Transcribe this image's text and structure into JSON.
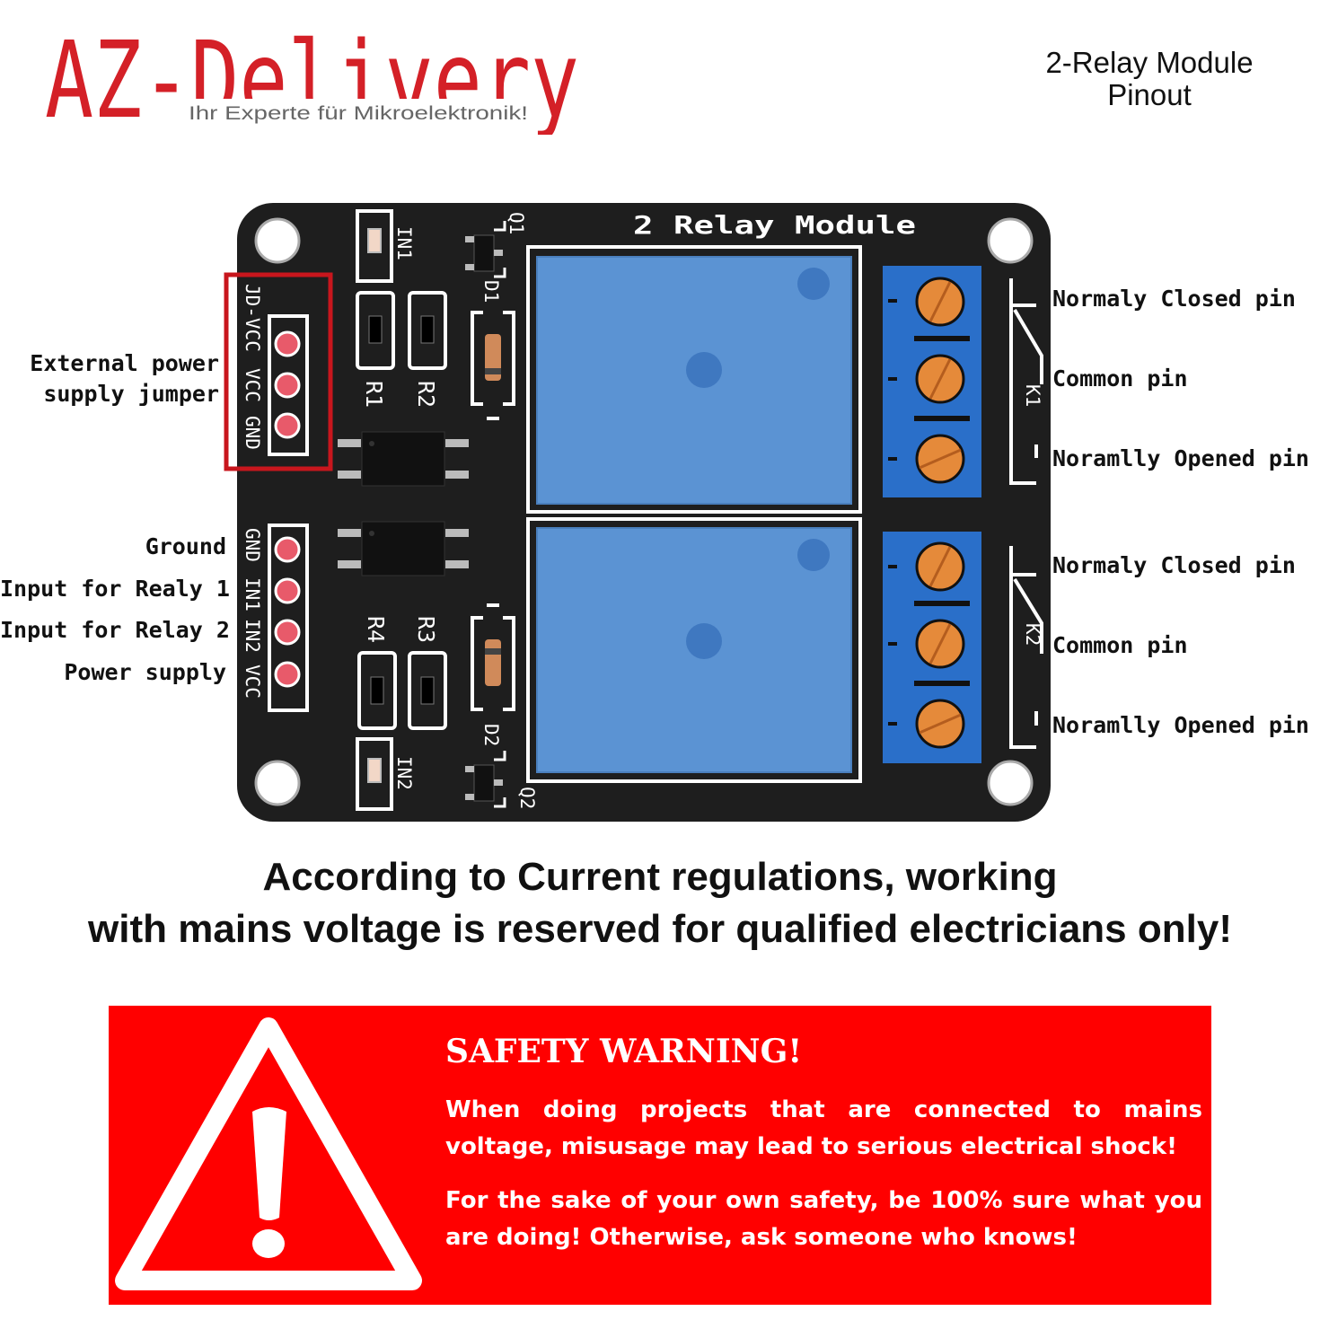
{
  "brand": {
    "name": "AZ-Delivery",
    "tagline": "Ihr Experte für Mikroelektronik!",
    "color": "#d42027"
  },
  "title": {
    "line1": "2-Relay Module",
    "line2": "Pinout"
  },
  "board": {
    "silkscreen_title": "2 Relay Module",
    "jumper_pins": [
      "JD-VCC",
      "VCC",
      "GND"
    ],
    "input_pins": [
      "GND",
      "IN1",
      "IN2",
      "VCC"
    ],
    "resistors": [
      "R1",
      "R2",
      "R3",
      "R4"
    ],
    "diodes": [
      "D1",
      "D2"
    ],
    "transistors": [
      "Q1",
      "Q2"
    ],
    "leds": [
      "IN1",
      "IN2"
    ],
    "relays": [
      "K1",
      "K2"
    ],
    "pcb_color": "#1e1e1e",
    "relay_color": "#5b93d3",
    "terminal_color": "#2a6fc9",
    "screw_color": "#e58a3a",
    "highlight_color": "#c8161d"
  },
  "labels": {
    "jumper": {
      "line1": "External power",
      "line2": "supply jumper"
    },
    "inputs": [
      "Ground",
      "Input for Realy 1",
      "Input for Relay 2",
      "Power supply"
    ],
    "k1": [
      "Normaly Closed pin",
      "Common pin",
      "Noramlly Opened pin"
    ],
    "k2": [
      "Normaly Closed pin",
      "Common pin",
      "Noramlly Opened pin"
    ]
  },
  "regulation": {
    "line1": "According to Current regulations, working",
    "line2": "with mains voltage is reserved for qualified electricians only!"
  },
  "warning": {
    "title": "SAFETY WARNING!",
    "paragraph1": "When doing projects that are connected to mains voltage, misusage may lead to serious electrical shock!",
    "paragraph2": "For the sake of your own safety, be 100% sure what you are doing! Otherwise, ask someone who knows!",
    "background": "#ff0000",
    "icon": "warning-triangle-icon"
  }
}
